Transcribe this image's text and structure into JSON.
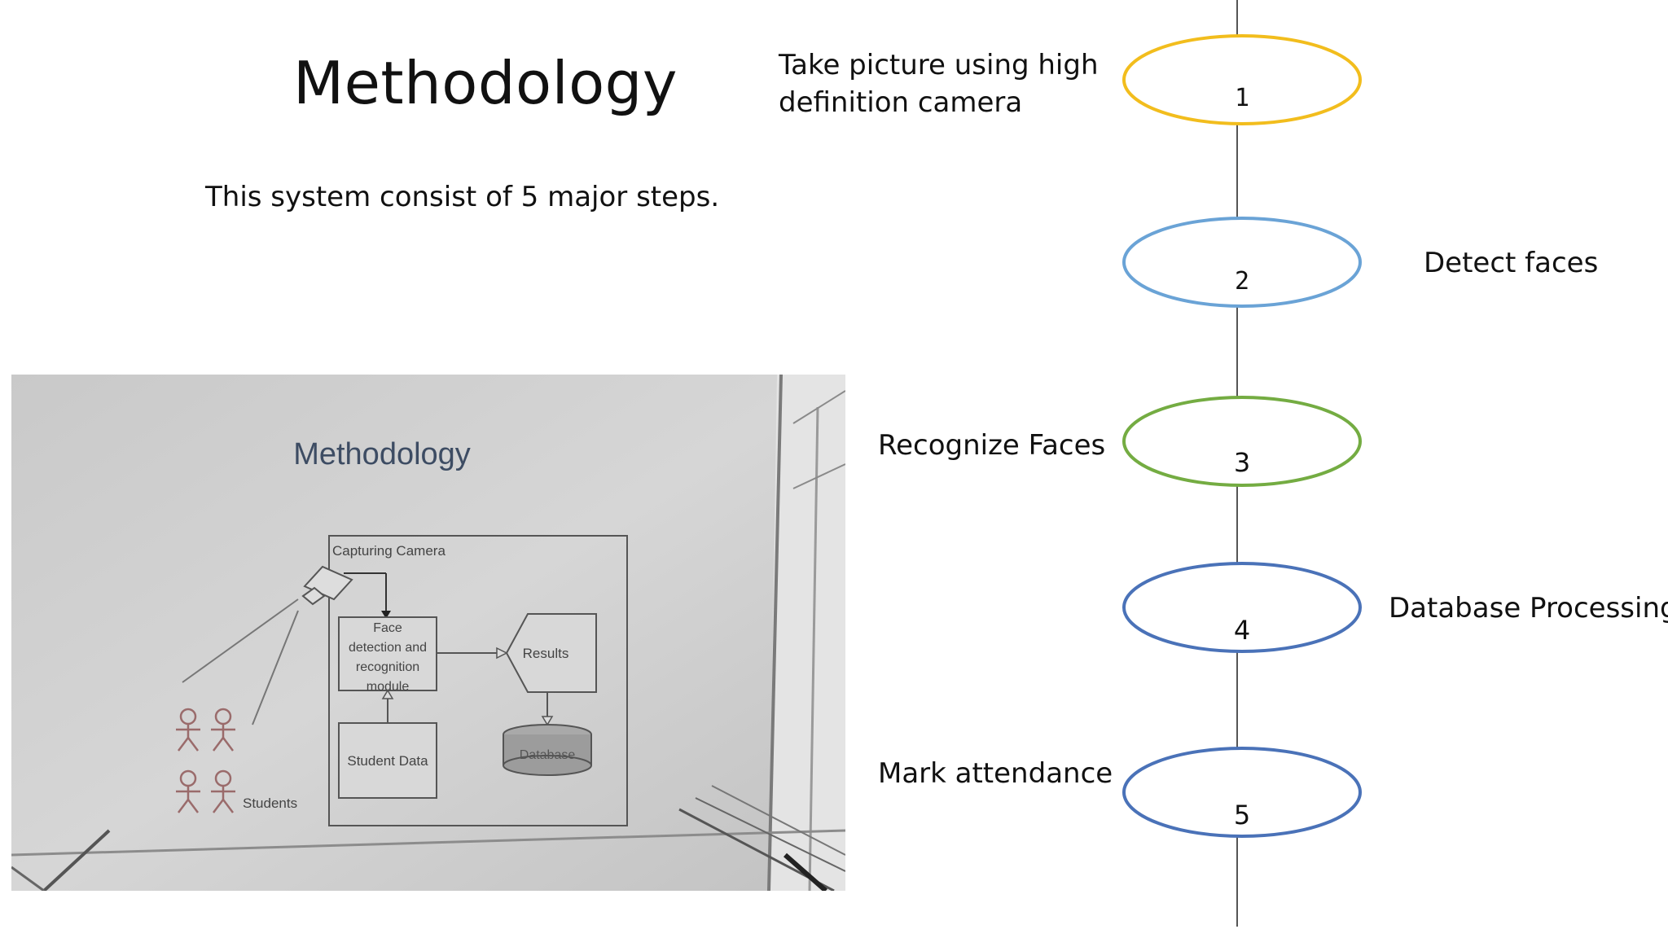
{
  "slide": {
    "title": "Methodology",
    "subtitle": "This system consist of 5 major steps."
  },
  "photo": {
    "title": "Methodology",
    "labels": {
      "camera": "Capturing Camera",
      "face_module_lines": [
        "Face",
        "detection and",
        "recognition",
        "module"
      ],
      "results": "Results",
      "student_data": "Student Data",
      "database": "Database",
      "students": "Students"
    }
  },
  "timeline": {
    "steps": [
      {
        "number": "1",
        "label_lines": [
          "Take picture using high",
          "definition camera"
        ],
        "side": "left",
        "color": "#f2bd1d"
      },
      {
        "number": "2",
        "label_lines": [
          "Detect faces"
        ],
        "side": "right",
        "color": "#6aa3d6"
      },
      {
        "number": "3",
        "label_lines": [
          "Recognize Faces"
        ],
        "side": "left",
        "color": "#74ac42"
      },
      {
        "number": "4",
        "label_lines": [
          "Database Processing"
        ],
        "side": "right",
        "color": "#4a72b8"
      },
      {
        "number": "5",
        "label_lines": [
          "Mark attendance"
        ],
        "side": "left",
        "color": "#4a72b8"
      }
    ]
  }
}
